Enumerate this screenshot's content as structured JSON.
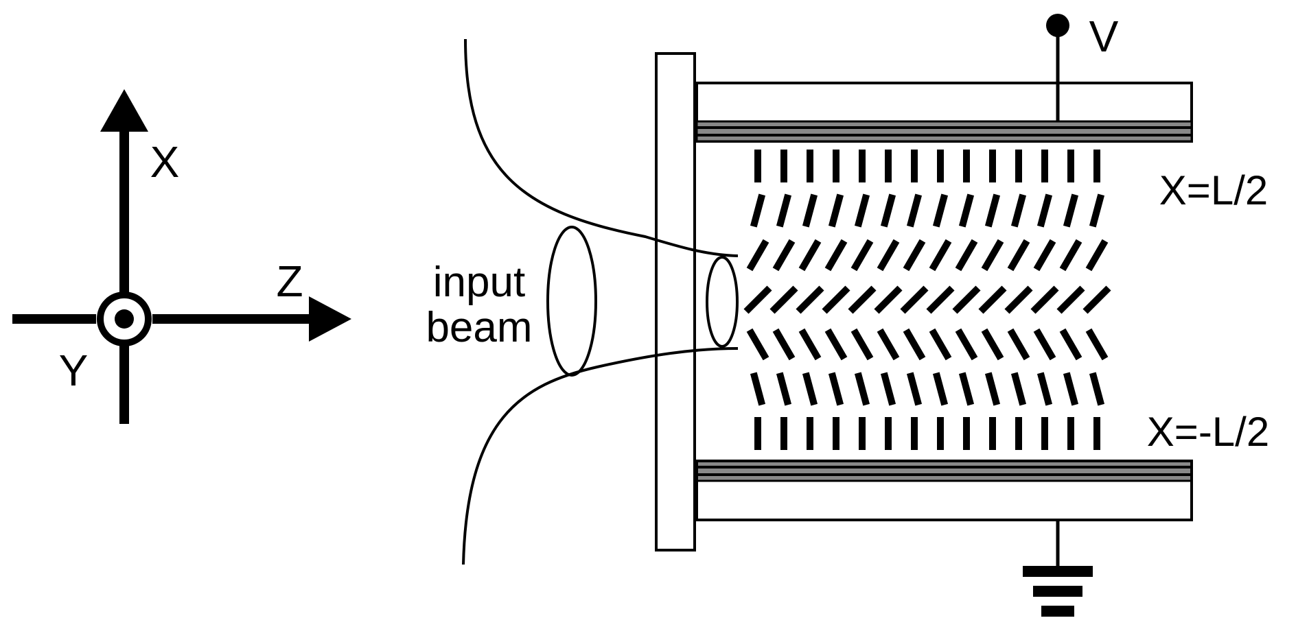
{
  "axes": {
    "x_label": "X",
    "y_label": "Y",
    "z_label": "Z"
  },
  "beam": {
    "label_line1": "input",
    "label_line2": "beam"
  },
  "cell": {
    "voltage_label": "V",
    "top_boundary_label": "X=L/2",
    "bottom_boundary_label": "X=-L/2"
  },
  "molecules": {
    "column_count": 14,
    "row_tilts_deg": [
      0,
      15,
      30,
      45,
      -30,
      -15,
      0
    ]
  },
  "colors": {
    "line": "#000000",
    "background": "#ffffff",
    "electrode_gray": "#888888"
  }
}
